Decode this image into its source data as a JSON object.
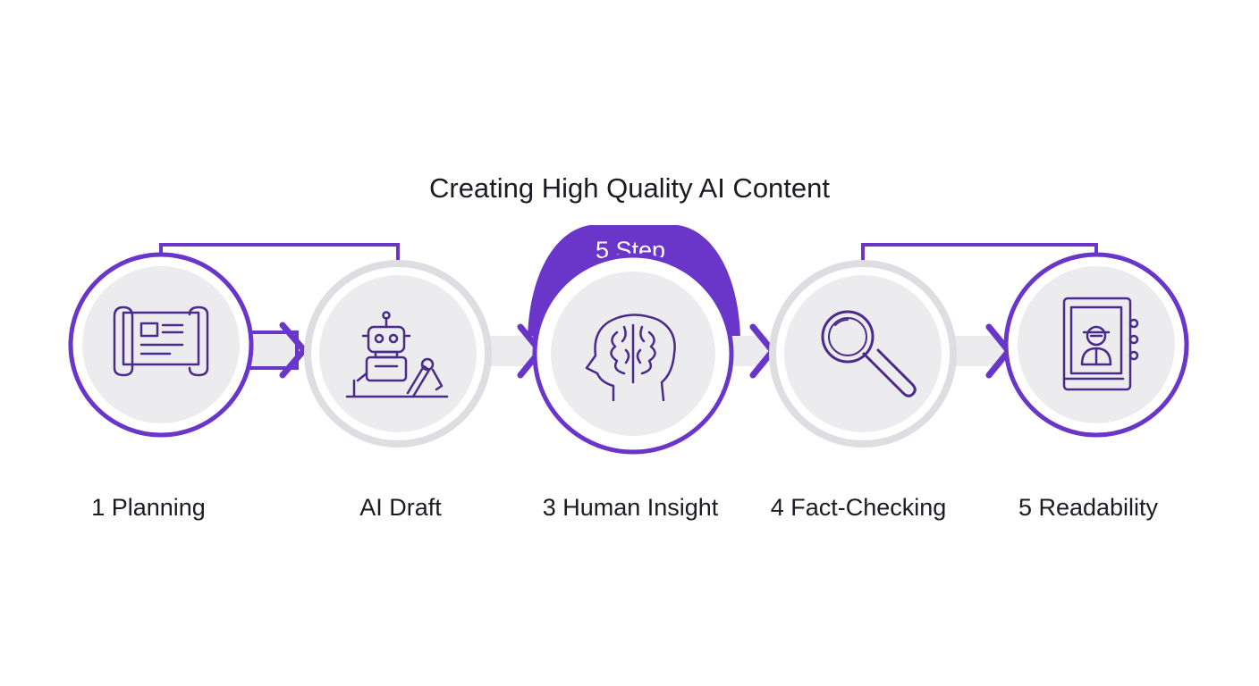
{
  "title": "Creating High Quality AI Content",
  "badge": {
    "label": "5 Step"
  },
  "colors": {
    "accent": "#6a35c9",
    "ring_grey": "#dedde2",
    "circle_fill": "#ececef",
    "icon_stroke": "#4a2a8a",
    "text": "#1c1a22",
    "badge_text": "#ffffff"
  },
  "steps": [
    {
      "label": "1 Planning",
      "icon": "blueprint-icon",
      "ring": "accent"
    },
    {
      "label": "AI Draft",
      "icon": "robot-icon",
      "ring": "grey"
    },
    {
      "label": "3 Human Insight",
      "icon": "brain-head-icon",
      "ring": "accent"
    },
    {
      "label": "4 Fact-Checking",
      "icon": "magnifier-icon",
      "ring": "grey"
    },
    {
      "label": "5 Readability",
      "icon": "book-icon",
      "ring": "accent"
    }
  ]
}
